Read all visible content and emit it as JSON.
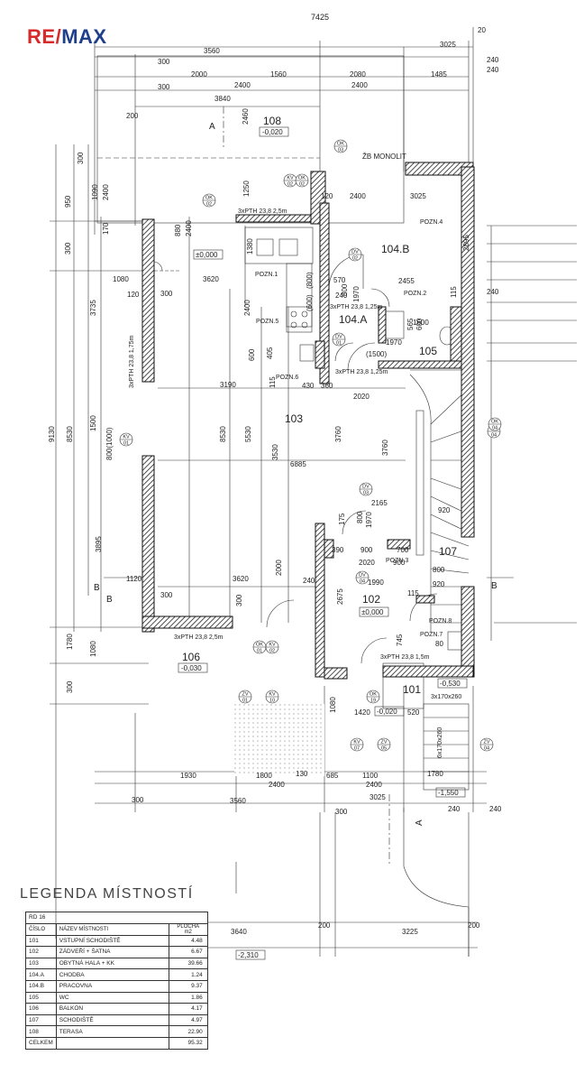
{
  "logo": {
    "re": "RE",
    "slash": "/",
    "max": "MAX"
  },
  "legend": {
    "title": "LEGENDA MÍSTNOSTÍ",
    "project": "RD 16",
    "col_number": "ČÍSLO",
    "col_name": "NÁZEV MÍSTNOSTI",
    "col_area_a": "PLOCHA",
    "col_area_b": "m2",
    "rooms": [
      {
        "no": "101",
        "name": "VSTUPNÍ SCHODIŠTĚ",
        "area": "4.48"
      },
      {
        "no": "102",
        "name": "ZÁDVEŘÍ + ŠATNA",
        "area": "6.67"
      },
      {
        "no": "103",
        "name": "OBYTNÁ HALA + KK",
        "area": "39.66"
      },
      {
        "no": "104.A",
        "name": "CHODBA",
        "area": "1.24"
      },
      {
        "no": "104.B",
        "name": "PRACOVNA",
        "area": "9.37"
      },
      {
        "no": "105",
        "name": "WC",
        "area": "1.86"
      },
      {
        "no": "106",
        "name": "BALKÓN",
        "area": "4.17"
      },
      {
        "no": "107",
        "name": "SCHODIŠTĚ",
        "area": "4.97"
      },
      {
        "no": "108",
        "name": "TERASA",
        "area": "22.90"
      }
    ],
    "total_label": "CELKEM",
    "total": "95.32"
  },
  "rooms": [
    {
      "id": "108",
      "level": "-0,020"
    },
    {
      "id": "104.B",
      "level": ""
    },
    {
      "id": "104.A",
      "level": ""
    },
    {
      "id": "105",
      "level": ""
    },
    {
      "id": "103",
      "level": ""
    },
    {
      "id": "107",
      "level": ""
    },
    {
      "id": "102",
      "level": "±0,000"
    },
    {
      "id": "106",
      "level": "-0,030"
    },
    {
      "id": "101",
      "level": "-0,020"
    }
  ],
  "levels": {
    "kitchen": "±0,000",
    "stair_top": "-0,530",
    "stair_bottom": "-1,550",
    "bottom": "-2,310"
  },
  "dimensions": {
    "overall": "7425",
    "top_a": "3560",
    "top_b": "3025",
    "top_c": "20",
    "t300a": "300",
    "t2000": "2000",
    "t1560": "1560",
    "t2080": "2080",
    "t1485": "1485",
    "t300b": "300",
    "t2400a": "2400",
    "t2400b": "2400",
    "t240a": "240",
    "t240b": "240",
    "t3840": "3840",
    "t200": "200",
    "t2460": "2460",
    "zb": "ŽB MONOLIT",
    "t120a": "120",
    "t2400c": "2400",
    "t3025b": "3025",
    "t1250": "1250",
    "l300a": "300",
    "l950": "950",
    "l1090": "1090",
    "l2400": "2400",
    "l170": "170",
    "l300b": "300",
    "l9130": "9130",
    "l3735": "3735",
    "l1080": "1080",
    "l120": "120",
    "l8530": "8530",
    "l1500": "1500",
    "l800": "800(1000)",
    "l3895": "3895",
    "l1780": "1780",
    "l1080b": "1080",
    "l300c": "300",
    "r2895": "2895",
    "r240": "240",
    "r115": "115",
    "r2455": "2455",
    "r570": "570",
    "r240b": "240",
    "k880": "880",
    "k2400": "2400",
    "k3620": "3620",
    "k300": "300",
    "k1380": "1380",
    "k600": "(600)",
    "k800": "(800)",
    "k2400b": "2400",
    "k600b": "600",
    "k405": "405",
    "k115": "115",
    "w800": "800",
    "w1970": "1970",
    "w1500": "(1500)",
    "w565": "565",
    "w600": "600",
    "w1600": "1600",
    "w1970b": "1970",
    "c3190": "3190",
    "c430": "430",
    "c360": "360",
    "c2020": "2020",
    "c8530": "8530",
    "c5530": "5530",
    "c3530": "3530",
    "c6885": "6885",
    "c3760a": "3760",
    "c3760b": "3760",
    "s175": "175",
    "s800": "800",
    "s1970": "1970",
    "s2165": "2165",
    "s390": "390",
    "s900a": "900",
    "s700": "700",
    "s2020": "2020",
    "s900b": "900",
    "s920": "920",
    "s800b": "800",
    "s920b": "920",
    "b3620": "3620",
    "b2000": "2000",
    "b240": "240",
    "b1990": "1990",
    "b2675": "2675",
    "b300": "300",
    "b115": "115",
    "b300b": "300",
    "b1120": "1120",
    "d745": "745",
    "d80": "80",
    "e1080": "1080",
    "e1420": "1420",
    "e520": "520",
    "e1780": "1780",
    "e1930": "1930",
    "e1800": "1800",
    "e130": "130",
    "e685": "685",
    "e1100": "1100",
    "e2400a": "2400",
    "e2400b": "2400",
    "e300": "300",
    "e3560": "3560",
    "e3025": "3025",
    "e240a": "240",
    "e240b": "240",
    "e300b": "300",
    "f3640": "3640",
    "f200a": "200",
    "f3225": "3225",
    "f200b": "200",
    "stair": "3x170x260",
    "stair6": "6x170x260"
  },
  "notes": {
    "pth_top": "3xPTH 23,8 2,5m",
    "pth_left": "3xPTH 23,8 1,75m",
    "pth_wc": "3xPTH 23,8 1,25m",
    "pth_mid": "3xPTH 23,8 1,25m",
    "pth_bottom": "3xPTH 23,8 2,5m",
    "pth_102": "3xPTH 23,8 1,5m",
    "pozn1": "POZN.1",
    "pozn2": "POZN.2",
    "pozn3": "POZN.3",
    "pozn4": "POZN.4",
    "pozn5": "POZN.5",
    "pozn6": "POZN.6",
    "pozn7": "POZN.7",
    "pozn8": "POZN.8",
    "section_a": "A",
    "section_b": "B"
  },
  "markers": [
    {
      "a": "OK",
      "b": "03"
    },
    {
      "a": "KV",
      "b": "02"
    },
    {
      "a": "OK",
      "b": "02"
    },
    {
      "a": "OK",
      "b": "02"
    },
    {
      "a": "DV",
      "b": "02"
    },
    {
      "a": "DV",
      "b": "01"
    },
    {
      "a": "DV",
      "b": "03"
    },
    {
      "a": "DV",
      "b": "04"
    },
    {
      "a": "KV",
      "b": "01"
    },
    {
      "a": "OK",
      "b": "01"
    },
    {
      "a": "KV",
      "b": "02"
    },
    {
      "a": "ZV",
      "b": "01"
    },
    {
      "a": "KV",
      "b": "10"
    },
    {
      "a": "OK",
      "b": "19"
    },
    {
      "a": "KV",
      "b": "07"
    },
    {
      "a": "ZV",
      "b": "05"
    },
    {
      "a": "ZV",
      "b": "04"
    },
    {
      "a": "KV",
      "b": "04"
    },
    {
      "a": "OK",
      "b": "04"
    }
  ]
}
